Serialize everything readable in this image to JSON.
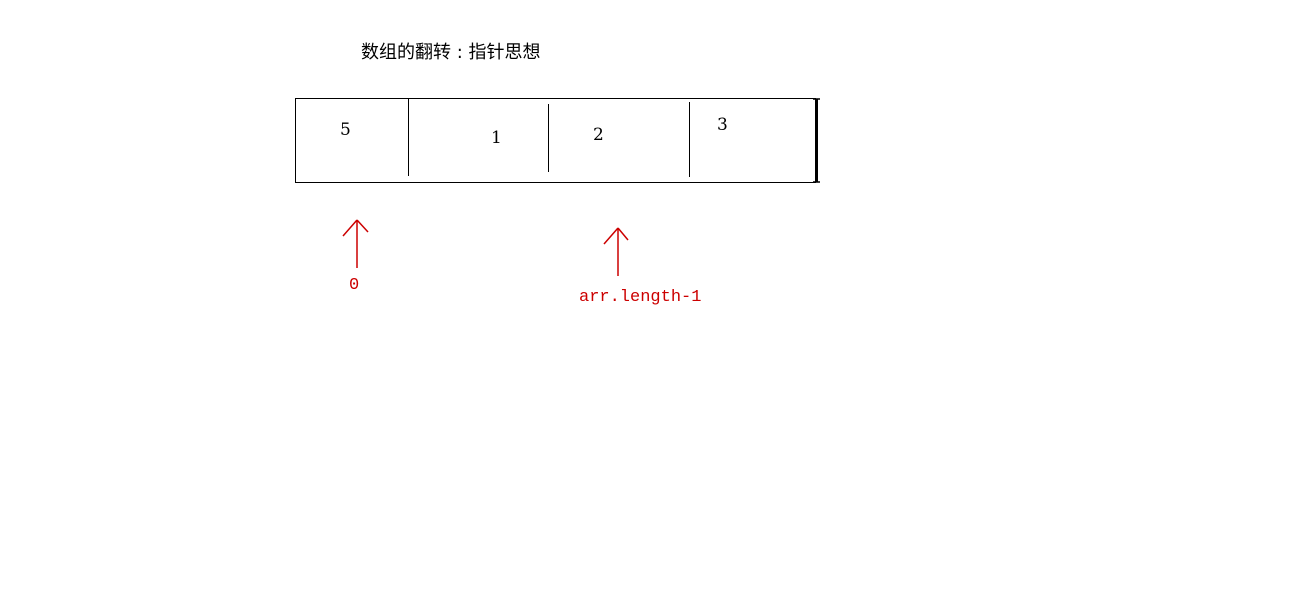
{
  "title": "数组的翻转 : 指针思想",
  "array": {
    "values": [
      "5",
      "1",
      "2",
      "3"
    ]
  },
  "pointers": {
    "start_label": "0",
    "end_label": "arr.length-1"
  },
  "colors": {
    "ink": "#000000",
    "pointer": "#cc0000"
  }
}
